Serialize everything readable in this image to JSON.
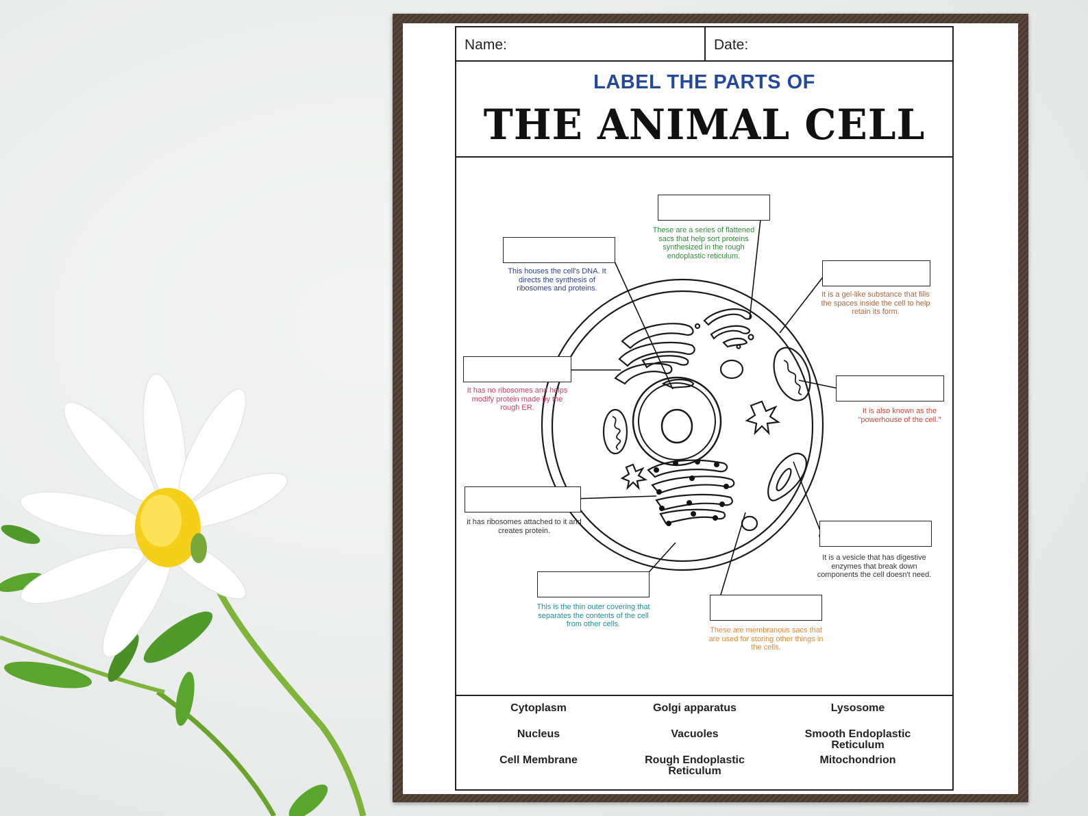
{
  "worksheet": {
    "name_label": "Name:",
    "date_label": "Date:",
    "subtitle": "LABEL THE PARTS OF",
    "title": "THE ANIMAL CELL"
  },
  "hints": {
    "golgi": "These are a series of flattened sacs that help sort proteins synthesized in the rough endoplastic reticulum.",
    "nucleus": "This houses the cell's DNA. It directs the synthesis of ribosomes and proteins.",
    "cytoplasm": "It is a gel-like substance that fills the spaces inside the cell to help retain its form.",
    "smooth_er": "It has no ribosomes and helps modify protein made by the rough ER.",
    "mitochondrion": "It is also known as the \"powerhouse of the cell.\"",
    "rough_er": "it has ribosomes attached to it and creates protein.",
    "lysosome": "It is a vesicle that has digestive enzymes that break down components the cell doesn't need.",
    "membrane": "This is the thin outer covering that separates the contents of the cell from other cells.",
    "vacuole": "These are membranous sacs that are used for storing other things in the cells."
  },
  "hint_colors": {
    "golgi": "#2e8b3a",
    "nucleus": "#2c3f8f",
    "cytoplasm": "#b0643a",
    "smooth_er": "#d63a5e",
    "mitochondrion": "#d8432e",
    "rough_er": "#333333",
    "lysosome": "#333333",
    "membrane": "#1f8e9a",
    "vacuole": "#e8862e"
  },
  "word_bank": {
    "col1": [
      "Cytoplasm",
      "Nucleus",
      "Cell Membrane"
    ],
    "col2": [
      "Golgi apparatus",
      "Vacuoles",
      "Rough Endoplastic Reticulum"
    ],
    "col3": [
      "Lysosome",
      "Smooth Endoplastic Reticulum",
      "Mitochondrion"
    ]
  }
}
